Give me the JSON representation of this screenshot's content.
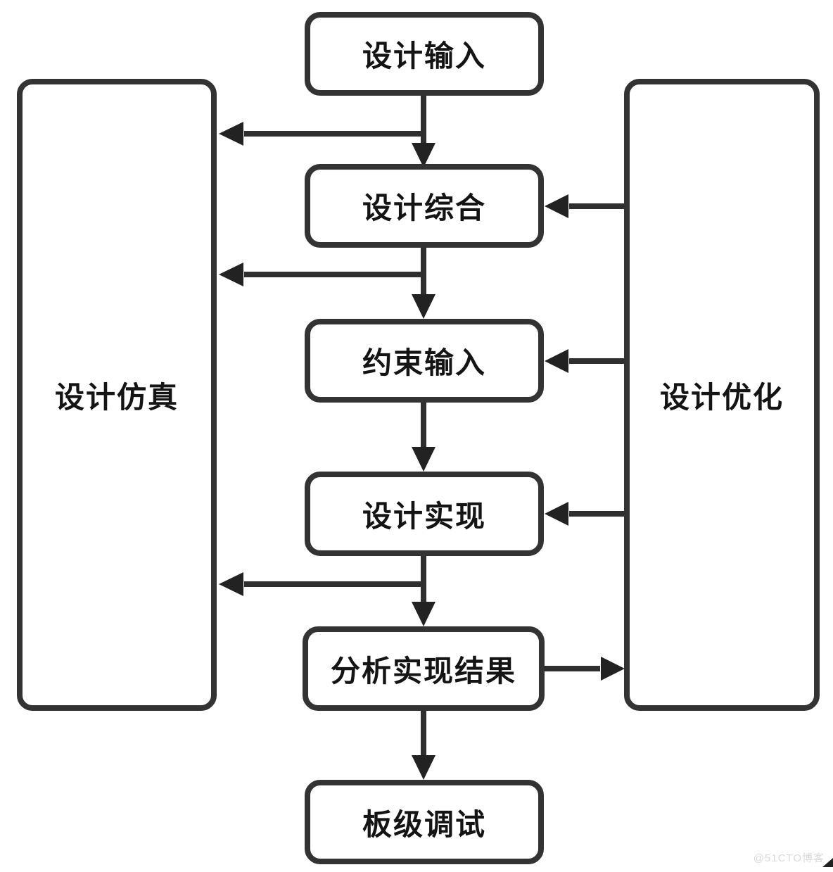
{
  "diagram": {
    "nodes": {
      "design_input": {
        "label": "设计输入"
      },
      "design_synthesis": {
        "label": "设计综合"
      },
      "constraint_input": {
        "label": "约束输入"
      },
      "design_implementation": {
        "label": "设计实现"
      },
      "analyze_results": {
        "label": "分析实现结果"
      },
      "board_debug": {
        "label": "板级调试"
      },
      "design_simulation": {
        "label": "设计仿真"
      },
      "design_optimization": {
        "label": "设计优化"
      }
    },
    "edges": [
      {
        "from": "design_input",
        "to": "design_synthesis"
      },
      {
        "from": "design_input",
        "to": "design_simulation"
      },
      {
        "from": "design_synthesis",
        "to": "constraint_input"
      },
      {
        "from": "design_synthesis",
        "to": "design_simulation"
      },
      {
        "from": "constraint_input",
        "to": "design_implementation"
      },
      {
        "from": "design_implementation",
        "to": "analyze_results"
      },
      {
        "from": "design_implementation",
        "to": "design_simulation"
      },
      {
        "from": "analyze_results",
        "to": "board_debug"
      },
      {
        "from": "analyze_results",
        "to": "design_optimization"
      },
      {
        "from": "design_optimization",
        "to": "design_synthesis"
      },
      {
        "from": "design_optimization",
        "to": "constraint_input"
      },
      {
        "from": "design_optimization",
        "to": "design_implementation"
      }
    ],
    "colors": {
      "background": "#ffffff",
      "box_border": "#333333",
      "arrow": "#2b2b2b",
      "text": "#141414",
      "watermark": "#d9d9d9"
    },
    "watermark": "@51CTO博客"
  }
}
